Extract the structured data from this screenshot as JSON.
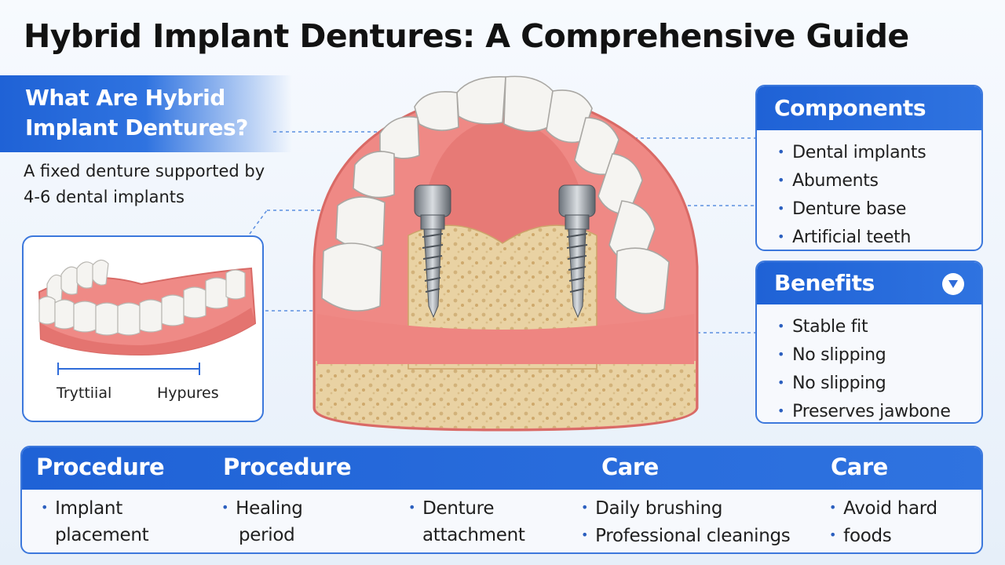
{
  "title": "Hybrid Implant Dentures: A Comprehensive Guide",
  "what": {
    "heading_line1": "What Are Hybrid",
    "heading_line2": "Implant Dentures?",
    "definition": "A fixed denture supported by 4-6 dental implants"
  },
  "inset": {
    "label_left": "Tryttiial",
    "label_right": "Hypures"
  },
  "components": {
    "heading": "Components",
    "items": [
      "Dental implants",
      "Abuments",
      "Denture base",
      "Artificial teeth"
    ]
  },
  "benefits": {
    "heading": "Benefits",
    "items": [
      "Stable fit",
      "No slipping",
      "No slipping",
      "Preserves jawbone"
    ]
  },
  "bottom": {
    "headers": [
      "Procedure",
      "Procedure",
      "Care",
      "Care"
    ],
    "columns": [
      {
        "lines": [
          "Implant",
          "placement"
        ]
      },
      {
        "lines": [
          "Healing",
          "period"
        ]
      },
      {
        "lines": [
          "Denture",
          "attachment"
        ]
      },
      {
        "lines": [
          "Daily brushing",
          "Professional cleanings"
        ]
      },
      {
        "lines": [
          "Avoid hard",
          "foods"
        ]
      }
    ]
  },
  "colors": {
    "accent_blue": "#2f6cd9",
    "gum": "#ef8a86",
    "bone": "#e7cf9f",
    "tooth": "#f4f3f0"
  }
}
